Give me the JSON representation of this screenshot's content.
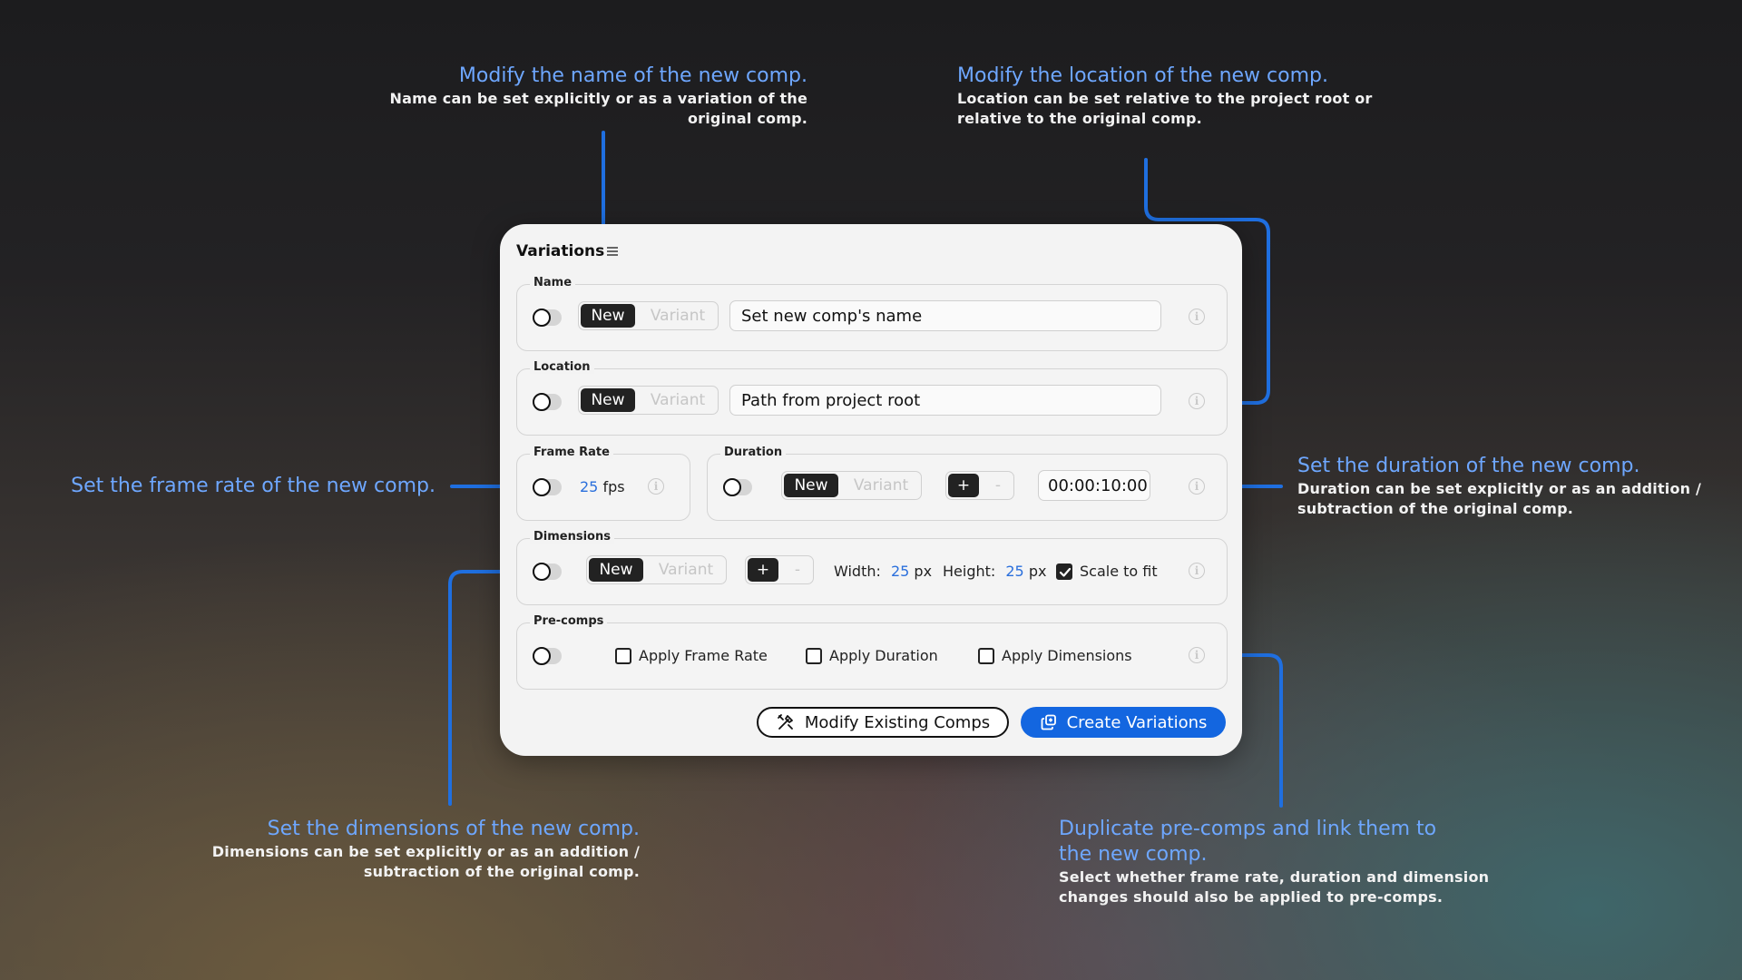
{
  "annotations": {
    "name": {
      "title": "Modify the name of the new comp.",
      "desc1": "Name can be set explicitly or as a variation of the",
      "desc2": "original comp."
    },
    "location": {
      "title": "Modify the location of the new comp.",
      "desc1": "Location can be set relative to the project root or",
      "desc2": "relative to the original comp."
    },
    "frame_rate": {
      "title": "Set the frame rate of the new comp."
    },
    "duration": {
      "title": "Set the duration of the new comp.",
      "desc1": "Duration can be set explicitly or as an addition /",
      "desc2": "subtraction of the original comp."
    },
    "dimensions": {
      "title": "Set the dimensions of the new comp.",
      "desc1": "Dimensions can be set explicitly or as an addition /",
      "desc2": "subtraction of the original comp."
    },
    "precomps": {
      "title1": "Duplicate pre-comps and link them to",
      "title2": "the new comp.",
      "desc1": "Select whether frame rate, duration and dimension",
      "desc2": "changes should also be applied to pre-comps."
    }
  },
  "panel": {
    "title": "Variations",
    "name": {
      "label": "Name",
      "seg_new": "New",
      "seg_variant": "Variant",
      "input_value": "Set new comp's name"
    },
    "location": {
      "label": "Location",
      "seg_new": "New",
      "seg_variant": "Variant",
      "input_value": "Path from project root"
    },
    "frame_rate": {
      "label": "Frame Rate",
      "value": "25",
      "unit": "fps"
    },
    "duration": {
      "label": "Duration",
      "seg_new": "New",
      "seg_variant": "Variant",
      "plus": "+",
      "minus": "-",
      "time": "00:00:10:00"
    },
    "dimensions": {
      "label": "Dimensions",
      "seg_new": "New",
      "seg_variant": "Variant",
      "plus": "+",
      "minus": "-",
      "width_label": "Width:",
      "width_value": "25",
      "height_label": "Height:",
      "height_value": "25",
      "unit": "px",
      "scale_label": "Scale to fit"
    },
    "precomps": {
      "label": "Pre-comps",
      "apply_frame_rate": "Apply Frame Rate",
      "apply_duration": "Apply Duration",
      "apply_dimensions": "Apply Dimensions"
    },
    "buttons": {
      "modify": "Modify Existing Comps",
      "create": "Create Variations"
    },
    "info_glyph": "i"
  },
  "colors": {
    "accent": "#1366e0",
    "annotation_blue": "#6ea7ff",
    "connector": "#1f6fe0"
  }
}
